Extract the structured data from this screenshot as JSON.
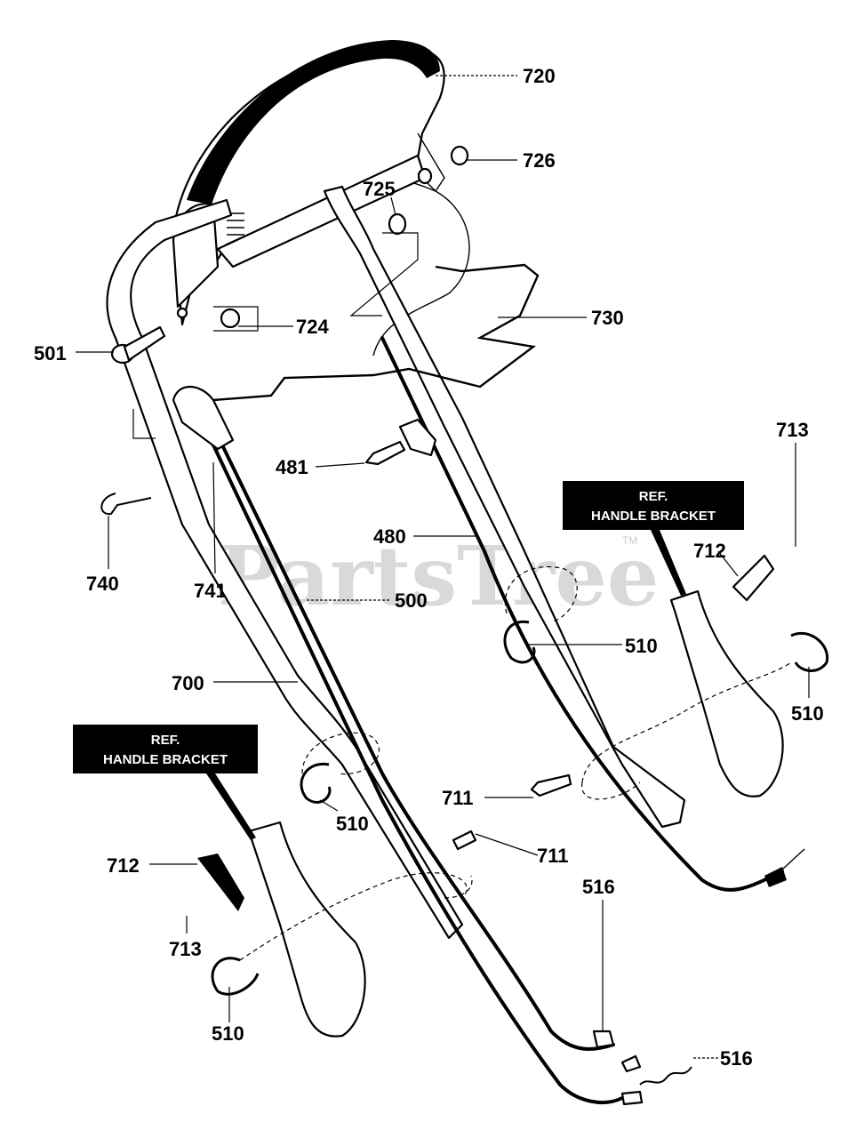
{
  "watermark": {
    "text": "PartsTree",
    "tm": "TM"
  },
  "callouts": [
    {
      "id": "p720",
      "text": "720"
    },
    {
      "id": "p726",
      "text": "726"
    },
    {
      "id": "p725",
      "text": "725"
    },
    {
      "id": "p724",
      "text": "724"
    },
    {
      "id": "p730",
      "text": "730"
    },
    {
      "id": "p501",
      "text": "501"
    },
    {
      "id": "p481",
      "text": "481"
    },
    {
      "id": "p713a",
      "text": "713"
    },
    {
      "id": "p740",
      "text": "740"
    },
    {
      "id": "p741",
      "text": "741"
    },
    {
      "id": "p480",
      "text": "480"
    },
    {
      "id": "p712a",
      "text": "712"
    },
    {
      "id": "p500",
      "text": "500"
    },
    {
      "id": "p510a",
      "text": "510"
    },
    {
      "id": "p510b",
      "text": "510"
    },
    {
      "id": "p700",
      "text": "700"
    },
    {
      "id": "p711a",
      "text": "711"
    },
    {
      "id": "p510c",
      "text": "510"
    },
    {
      "id": "p711b",
      "text": "711"
    },
    {
      "id": "p712b",
      "text": "712"
    },
    {
      "id": "p516a",
      "text": "516"
    },
    {
      "id": "p713b",
      "text": "713"
    },
    {
      "id": "p510d",
      "text": "510"
    },
    {
      "id": "p516b",
      "text": "516"
    }
  ],
  "ref_boxes": [
    {
      "line1": "REF.",
      "line2": "HANDLE BRACKET"
    },
    {
      "line1": "REF.",
      "line2": "HANDLE BRACKET"
    }
  ]
}
